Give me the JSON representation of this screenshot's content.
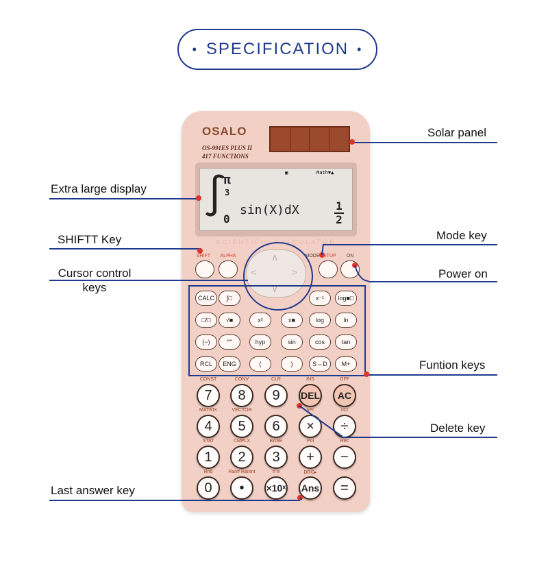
{
  "title": "SPECIFICATION",
  "title_bullet": "•",
  "calculator": {
    "brand": "OSALO",
    "model_line1": "OS-991ES PLUS II",
    "model_line2": "417 FUNCTIONS",
    "display_indicator": "Math",
    "display_upper_limit": "π",
    "display_upper_denominator": "3",
    "display_lower_limit": "0",
    "display_expression": "sin(X)dX",
    "display_result_num": "1",
    "display_result_den": "2",
    "body_text": "SCIENTIFIC CALCULATOR",
    "top_labels": {
      "shift": "SHIFT",
      "alpha": "ALPHA",
      "mode": "MODE",
      "setup": "SETUP",
      "on": "ON"
    },
    "function_rows": [
      [
        "CALC",
        "∫□",
        "",
        "",
        "x⁻¹",
        "log■□"
      ],
      [
        "□/□",
        "√■",
        "x²",
        "x■",
        "log",
        "ln"
      ],
      [
        "(−)",
        "°'\"",
        "hyp",
        "sin",
        "cos",
        "tan"
      ],
      [
        "RCL",
        "ENG",
        "(",
        ")",
        "S⇔D",
        "M+"
      ]
    ],
    "digit_rows": [
      [
        "7",
        "8",
        "9",
        "DEL",
        "AC"
      ],
      [
        "4",
        "5",
        "6",
        "×",
        "÷"
      ],
      [
        "1",
        "2",
        "3",
        "+",
        "−"
      ],
      [
        "0",
        "•",
        "×10ˣ",
        "Ans",
        "="
      ]
    ],
    "digit_labels": [
      [
        "CONST",
        "CONV",
        "CLR",
        "INS",
        "OFF"
      ],
      [
        "MATRIX",
        "VECTOR",
        "",
        "nPr",
        "nCr"
      ],
      [
        "STAT",
        "CMPLX",
        "BASE",
        "Pol",
        "Rec"
      ],
      [
        "Rnd",
        "Ran# RanInt",
        "π   e",
        "DRG▸",
        ""
      ]
    ]
  },
  "callouts": {
    "solar_panel": "Solar panel",
    "display": "Extra large display",
    "shift": "SHIFTT Key",
    "mode": "Mode key",
    "cursor_line1": "Cursor control",
    "cursor_line2": "keys",
    "power": "Power on",
    "function": "Funtion keys",
    "delete": "Delete key",
    "last_answer": "Last answer key"
  },
  "colors": {
    "accent_blue": "#1f3a8c",
    "marker_red": "#e0342a",
    "body_pink": "#f2d0c6"
  }
}
